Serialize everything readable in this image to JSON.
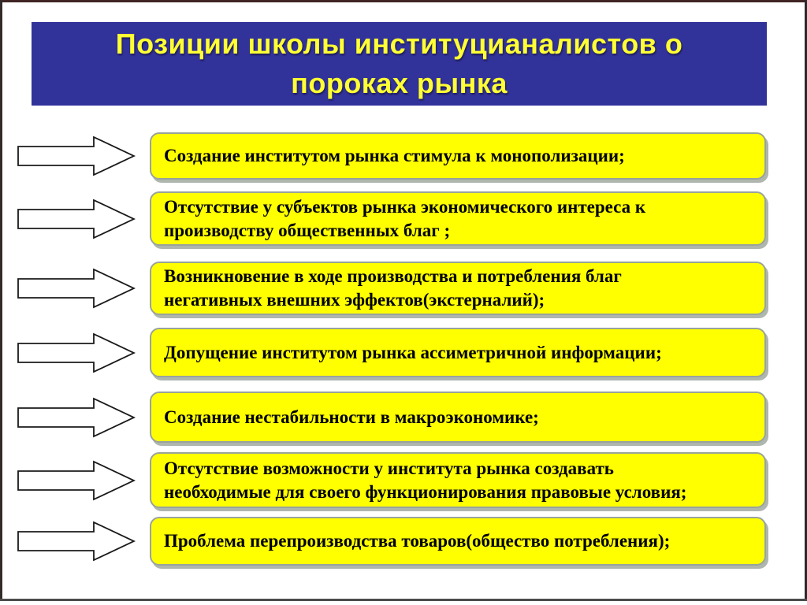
{
  "slide": {
    "title": "Позиции школы институцианалистов о\nпороках рынка",
    "items": [
      {
        "text": "Создание институтом рынка стимула к монополизации;"
      },
      {
        "text": "Отсутствие у субъектов рынка экономического интереса к\nпроизводству общественных благ ;"
      },
      {
        "text": "Возникновение в ходе производства и потребления благ\nнегативных внешних эффектов(экстерналий);"
      },
      {
        "text": "Допущение институтом рынка ассиметричной информации;"
      },
      {
        "text": "Создание нестабильности в макроэкономике;"
      },
      {
        "text": "Отсутствие возможности у института рынка создавать\nнеобходимые для своего функционирования правовые условия;"
      },
      {
        "text": "Проблема перепроизводства товаров(общество потребления);"
      }
    ],
    "colors": {
      "banner_background": "#32329B",
      "title_text": "#FFFF33",
      "box_background": "#FFFF00",
      "box_border": "#99A39B",
      "box_shadow": "#AEB6AE",
      "body_text": "#000000",
      "arrow_fill": "#FFFFFF",
      "arrow_outline": "#1A1A1A"
    }
  }
}
